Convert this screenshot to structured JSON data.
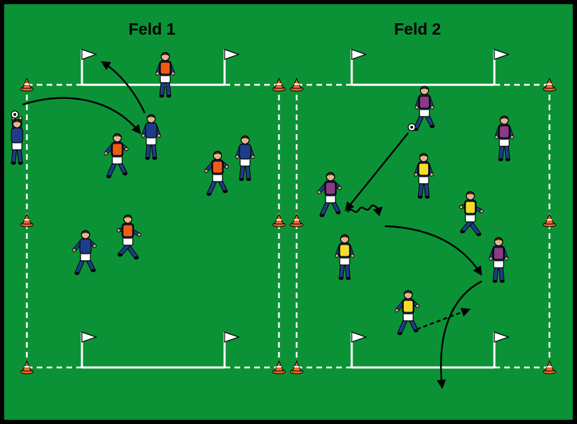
{
  "fields": [
    {
      "title": "Feld 1"
    },
    {
      "title": "Feld 2"
    }
  ],
  "colors": {
    "grass": "#0b9236",
    "border": "#000000",
    "lines": "#ffffff",
    "jersey_blue": "#1e3c8a",
    "bib_orange": "#f05a14",
    "bib_purple": "#8c3a84",
    "bib_yellow": "#f6dc2a",
    "shorts": "#ffffff",
    "cone": "#ee6a2a",
    "skin": "#e8b48e",
    "hair": "#5a2c14"
  },
  "players": [
    {
      "field": 1,
      "bib": "none",
      "pose": "throw-in",
      "has_ball": true
    },
    {
      "field": 1,
      "bib": "orange",
      "pose": "run",
      "has_ball": false
    },
    {
      "field": 1,
      "bib": "none",
      "pose": "stand",
      "has_ball": false
    },
    {
      "field": 1,
      "bib": "orange",
      "pose": "stand",
      "has_ball": false
    },
    {
      "field": 1,
      "bib": "orange",
      "pose": "run",
      "has_ball": false
    },
    {
      "field": 1,
      "bib": "none",
      "pose": "stand",
      "has_ball": false
    },
    {
      "field": 1,
      "bib": "orange",
      "pose": "run",
      "has_ball": false
    },
    {
      "field": 1,
      "bib": "none",
      "pose": "run",
      "has_ball": false
    },
    {
      "field": 2,
      "bib": "purple",
      "pose": "kick",
      "has_ball": true
    },
    {
      "field": 2,
      "bib": "purple",
      "pose": "stand",
      "has_ball": false
    },
    {
      "field": 2,
      "bib": "yellow",
      "pose": "stand",
      "has_ball": false
    },
    {
      "field": 2,
      "bib": "purple",
      "pose": "run",
      "has_ball": false
    },
    {
      "field": 2,
      "bib": "yellow",
      "pose": "run",
      "has_ball": false
    },
    {
      "field": 2,
      "bib": "yellow",
      "pose": "stand",
      "has_ball": false
    },
    {
      "field": 2,
      "bib": "purple",
      "pose": "stand",
      "has_ball": false
    },
    {
      "field": 2,
      "bib": "yellow",
      "pose": "run",
      "has_ball": false
    }
  ]
}
